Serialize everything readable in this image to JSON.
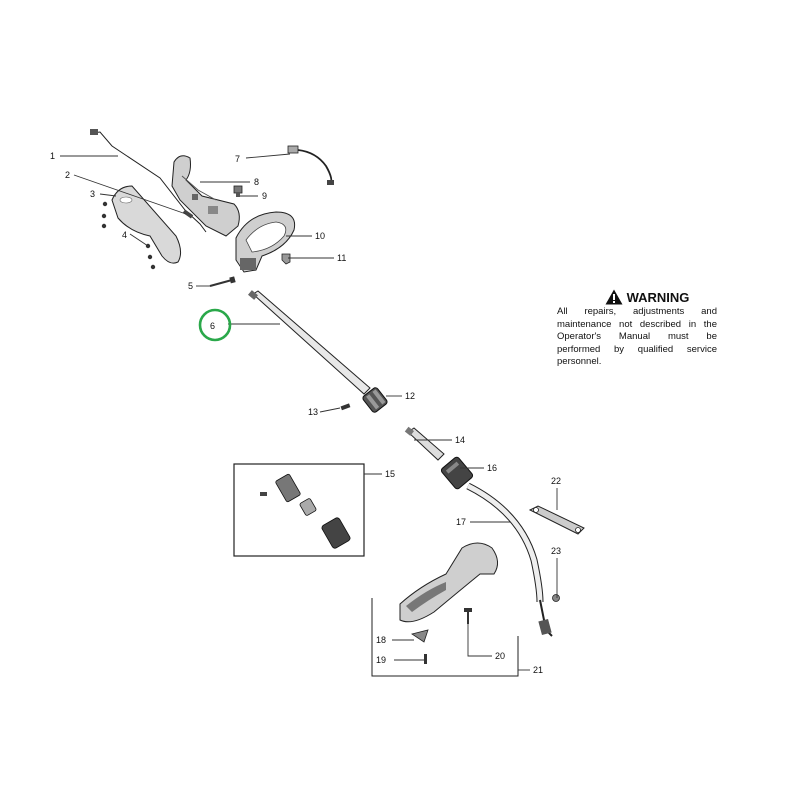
{
  "warning": {
    "title": "WARNING",
    "icon": "warning-triangle-icon",
    "text": "All repairs, adjustments and maintenance not described in the Operator's Manual must be performed by qualified  service personnel."
  },
  "highlight": {
    "part": "6",
    "color": "#2aa84a"
  },
  "callouts": [
    {
      "id": "1",
      "label": "1"
    },
    {
      "id": "2",
      "label": "2"
    },
    {
      "id": "3",
      "label": "3"
    },
    {
      "id": "4",
      "label": "4"
    },
    {
      "id": "5",
      "label": "5"
    },
    {
      "id": "6",
      "label": "6"
    },
    {
      "id": "7",
      "label": "7"
    },
    {
      "id": "8",
      "label": "8"
    },
    {
      "id": "9",
      "label": "9"
    },
    {
      "id": "10",
      "label": "10"
    },
    {
      "id": "11",
      "label": "11"
    },
    {
      "id": "12",
      "label": "12"
    },
    {
      "id": "13",
      "label": "13"
    },
    {
      "id": "14",
      "label": "14"
    },
    {
      "id": "15",
      "label": "15"
    },
    {
      "id": "16",
      "label": "16"
    },
    {
      "id": "17",
      "label": "17"
    },
    {
      "id": "18",
      "label": "18"
    },
    {
      "id": "19",
      "label": "19"
    },
    {
      "id": "20",
      "label": "20"
    },
    {
      "id": "21",
      "label": "21"
    },
    {
      "id": "22",
      "label": "22"
    },
    {
      "id": "23",
      "label": "23"
    }
  ]
}
